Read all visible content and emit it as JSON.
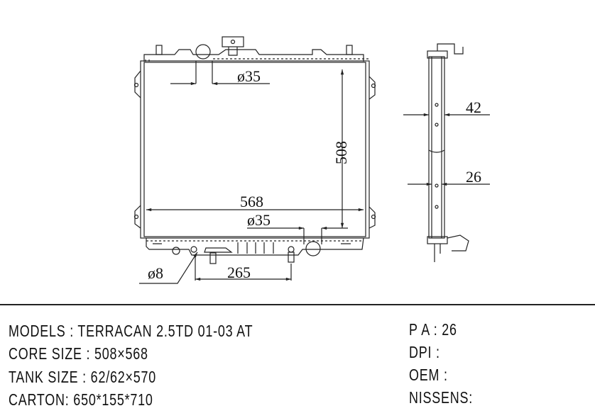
{
  "drawing": {
    "front_view": {
      "top_pipe_diameter": "ø35",
      "bottom_pipe_diameter": "ø35",
      "core_height": "508",
      "core_width": "568",
      "drain_diameter": "ø8",
      "mount_spacing": "265"
    },
    "side_view": {
      "total_depth": "42",
      "core_depth": "26"
    }
  },
  "specs": {
    "models": "MODELS : TERRACAN 2.5TD 01-03 AT",
    "core_size": "CORE SIZE : 508×568",
    "tank_size": "TANK SIZE : 62/62×570",
    "carton": "CARTON: 650*155*710",
    "pa": "P A : 26",
    "dpi": "DPI :",
    "oem": "OEM :",
    "nissens": "NISSENS:"
  }
}
